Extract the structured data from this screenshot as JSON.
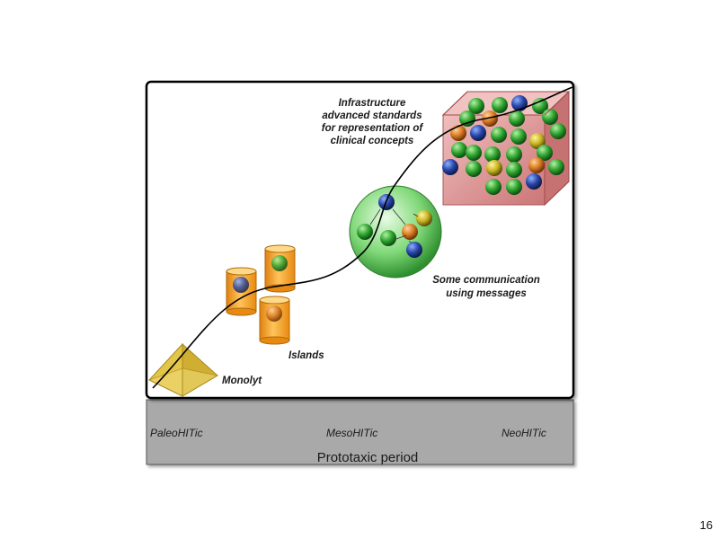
{
  "labels": {
    "monolyt": "Monolyt",
    "islands": "Islands",
    "communication": [
      "Some communication",
      "using messages"
    ],
    "infrastructure": [
      "Infrastructure",
      "advanced standards",
      "for representation of",
      "clinical concepts"
    ]
  },
  "eras": {
    "paleo": "PaleoHITic",
    "meso": "MesoHITic",
    "neo": "NeoHITic"
  },
  "period": "Prototaxic period",
  "page_number": "16",
  "colors": {
    "pyramid": "#e3c54a",
    "cylinder": "#f5a020",
    "sphere": "#5cc85c",
    "cube": "#d97a7a",
    "timeline_bar": "#a9a9a9"
  }
}
